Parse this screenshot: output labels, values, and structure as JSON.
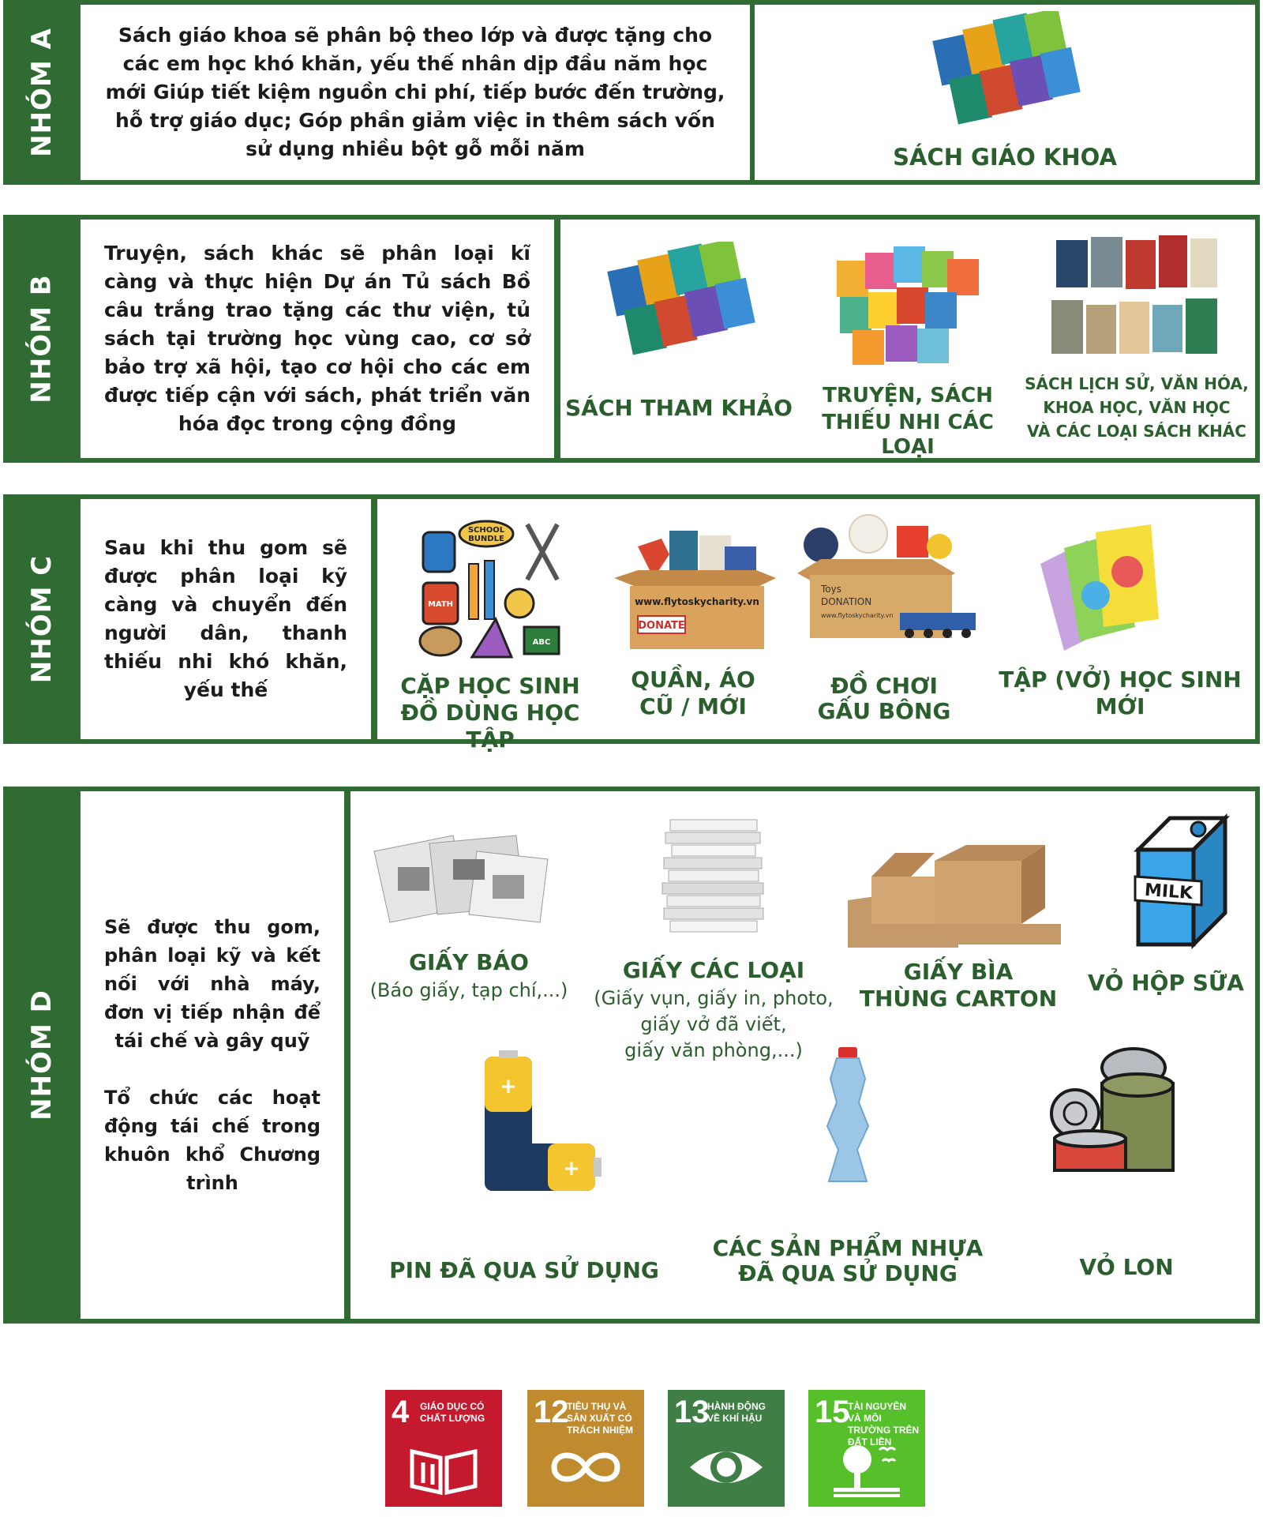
{
  "groups": {
    "a": {
      "tab": "NHÓM A",
      "description": "Sách giáo khoa sẽ phân bộ theo lớp và được tặng cho các em học khó khăn, yếu thế nhân dịp đầu năm học mới Giúp tiết kiệm nguồn chi phí, tiếp bước đến trường, hỗ trợ giáo dục; Góp phần giảm việc in thêm sách vốn sử dụng nhiều bột gỗ mỗi năm",
      "items": [
        {
          "label": "SÁCH GIÁO KHOA",
          "icon": "textbook-stack-icon"
        }
      ]
    },
    "b": {
      "tab": "NHÓM B",
      "description": "Truyện, sách khác sẽ phân loại kĩ càng và thực hiện Dự án Tủ sách Bồ câu trắng trao tặng các thư viện, tủ sách tại trường học vùng cao, cơ sở bảo trợ xã hội, tạo cơ hội cho các em được tiếp cận với sách, phát triển văn hóa đọc trong cộng đồng",
      "items": [
        {
          "label": "SÁCH THAM KHẢO",
          "icon": "reference-books-icon"
        },
        {
          "label_line1": "TRUYỆN, SÁCH",
          "label_line2": "THIẾU NHI CÁC LOẠI",
          "icon": "children-books-icon"
        },
        {
          "label_line1": "SÁCH LỊCH SỬ, VĂN HÓA,",
          "label_line2": "KHOA HỌC, VĂN HỌC",
          "label_line3": "VÀ CÁC LOẠI SÁCH KHÁC",
          "icon": "history-books-icon"
        }
      ]
    },
    "c": {
      "tab": "NHÓM C",
      "description": "Sau khi thu gom sẽ được phân loại kỹ càng và chuyển đến người dân, thanh thiếu nhi khó khăn, yếu thế",
      "items": [
        {
          "label_line1": "CẶP HỌC SINH",
          "label_line2": "ĐỒ DÙNG HỌC TẬP",
          "icon": "school-supplies-icon",
          "pic_text1": "SCHOOL",
          "pic_text2": "BUNDLE",
          "pic_text3": "MATH",
          "pic_text4": "ABC"
        },
        {
          "label_line1": "QUẦN, ÁO",
          "label_line2": "CŨ / MỚI",
          "icon": "clothes-box-icon",
          "box_url": "www.flytoskycharity.vn",
          "box_tag": "DONATE"
        },
        {
          "label_line1": "ĐỒ CHƠI",
          "label_line2": "GẤU BÔNG",
          "icon": "toys-box-icon",
          "box_text1": "Toys",
          "box_text2": "DONATION",
          "box_url": "www.flytoskycharity.vn"
        },
        {
          "label_line1": "TẬP (VỞ) HỌC SINH",
          "label_line2": "MỚI",
          "icon": "notebooks-icon"
        }
      ]
    },
    "d": {
      "tab": "NHÓM D",
      "description1": "Sẽ được thu gom, phân loại kỹ và kết nối với nhà máy, đơn vị tiếp nhận để tái chế và gây quỹ",
      "description2": "Tổ chức các hoạt động tái chế trong khuôn khổ Chương trình",
      "items": [
        {
          "label": "GIẤY BÁO",
          "sub": "(Báo giấy, tạp chí,...)",
          "icon": "newspaper-icon"
        },
        {
          "label": "GIẤY CÁC LOẠI",
          "sub_line1": "(Giấy vụn, giấy in, photo,",
          "sub_line2": "giấy vở đã viết,",
          "sub_line3": "giấy văn phòng,...)",
          "icon": "paper-stack-icon"
        },
        {
          "label_line1": "GIẤY BÌA",
          "label_line2": "THÙNG CARTON",
          "icon": "cardboard-box-icon"
        },
        {
          "label": "VỎ HỘP SỮA",
          "icon": "milk-carton-icon",
          "carton_text": "MILK"
        },
        {
          "label": "PIN ĐÃ QUA SỬ DỤNG",
          "icon": "battery-icon"
        },
        {
          "label_line1": "CÁC SẢN PHẨM NHỰA",
          "label_line2": "ĐÃ QUA SỬ DỤNG",
          "icon": "plastic-bottle-icon"
        },
        {
          "label": "VỎ LON",
          "icon": "tin-can-icon"
        }
      ]
    }
  },
  "sdg": [
    {
      "num": "4",
      "title": "GIÁO DỤC CÓ CHẤT LƯỢNG",
      "color": "#c5192d",
      "icon": "book-pen-icon"
    },
    {
      "num": "12",
      "title": "TIÊU THỤ VÀ SẢN XUẤT CÓ TRÁCH NHIỆM",
      "color": "#bf8b2e",
      "icon": "infinity-loop-icon"
    },
    {
      "num": "13",
      "title": "HÀNH ĐỘNG VỀ KHÍ HẬU",
      "color": "#3f7e44",
      "icon": "earth-eye-icon"
    },
    {
      "num": "15",
      "title": "TÀI NGUYÊN VÀ MÔI TRƯỜNG TRÊN ĐẤT LIỀN",
      "color": "#56c02b",
      "icon": "tree-birds-icon"
    }
  ],
  "colors": {
    "group_green": "#2f6b33",
    "label_green": "#2b5e2d"
  }
}
